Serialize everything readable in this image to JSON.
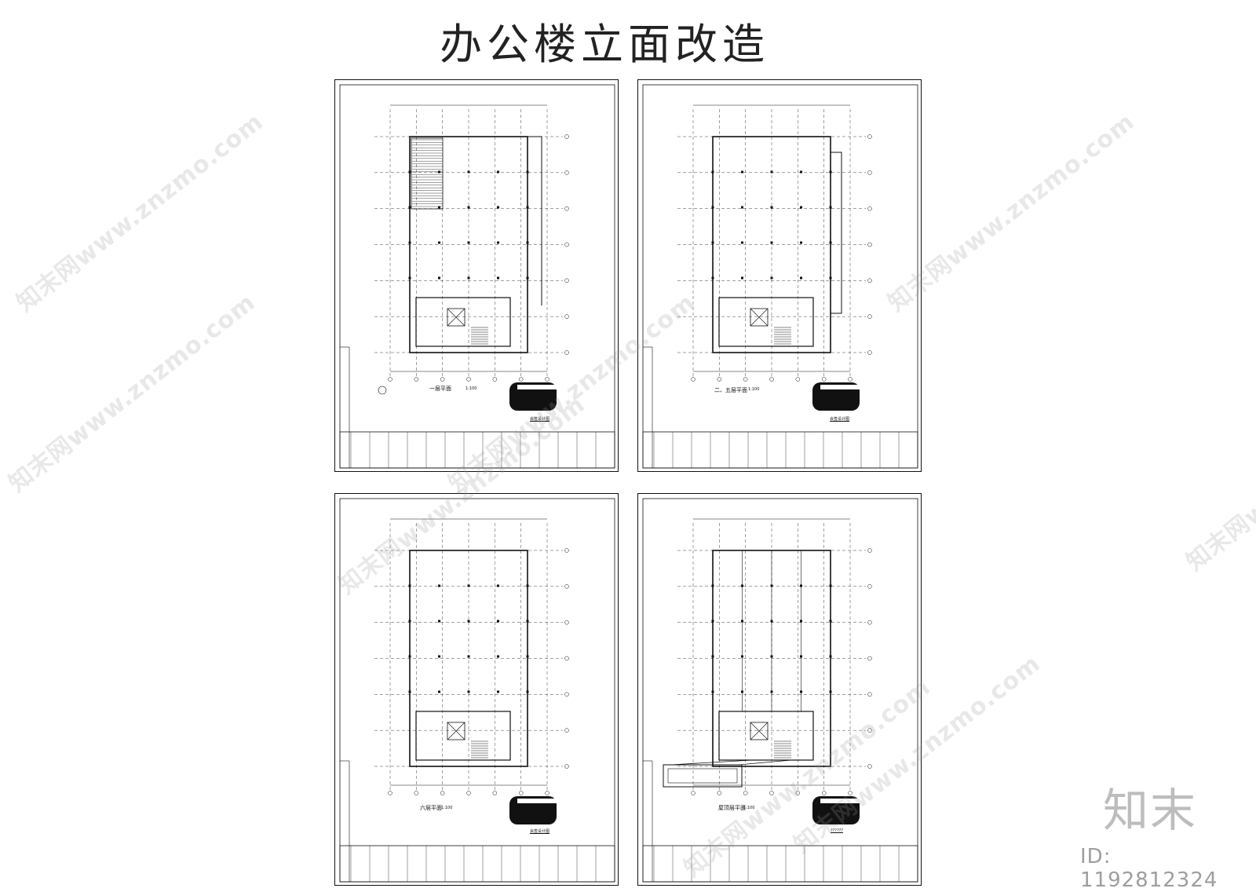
{
  "title": "办公楼立面改造",
  "sheets": [
    {
      "label": "一层平面",
      "scale": "1:100",
      "stamp_caption": "会签设计图",
      "variant": "ground"
    },
    {
      "label": "二、五层平面",
      "scale": "1:100",
      "stamp_caption": "会签设计图",
      "variant": "typical"
    },
    {
      "label": "六层平面",
      "scale": "1:100",
      "stamp_caption": "会签设计图",
      "variant": "sixth"
    },
    {
      "label": "屋顶层平面",
      "scale": "1:100",
      "stamp_caption": "??????",
      "variant": "roof"
    }
  ],
  "watermark": {
    "site": "知末网www.znzmo.com"
  },
  "brand": "知末",
  "image_id": "ID: 1192812324",
  "colors": {
    "line": "#111111",
    "watermark": "#a0a0a0",
    "brand": "#bdbdbd"
  }
}
